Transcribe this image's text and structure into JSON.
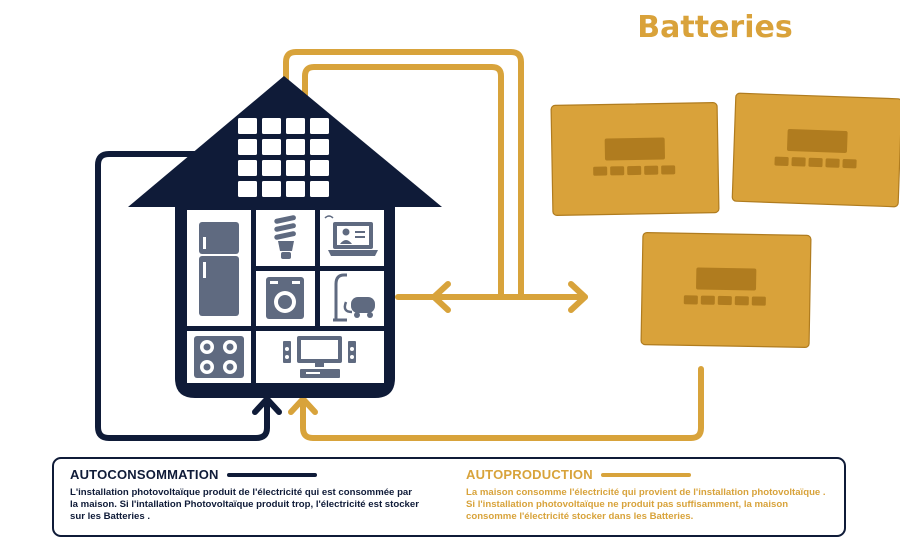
{
  "title": "Batteries",
  "colors": {
    "navy": "#0f1b38",
    "gold": "#d8a33b",
    "battery_fill": "#d9a23a",
    "battery_dark": "#b07c1f",
    "appliance_grey": "#5f6a80",
    "white": "#ffffff"
  },
  "autoconsommation": {
    "heading": "AUTOCONSOMMATION",
    "text": "L'installation photovoltaïque  produit de l'électricité qui est consommée par la maison. Si l'intallation Photovoltaïque produit trop, l'électricité est stocker sur les Batteries ."
  },
  "autoproduction": {
    "heading": "AUTOPRODUCTION",
    "text": "La maison consomme l'électricité qui provient de l'installation photovoltaïque . Si l'installation photovoltaïque ne produit pas suffisamment, la maison consomme l'électricité stocker dans les Batteries."
  },
  "icons": [
    "solar-panel-icon",
    "fridge-icon",
    "light-bulb-icon",
    "laptop-icon",
    "washing-machine-icon",
    "vacuum-icon",
    "stove-icon",
    "tv-icon",
    "battery-icon"
  ]
}
